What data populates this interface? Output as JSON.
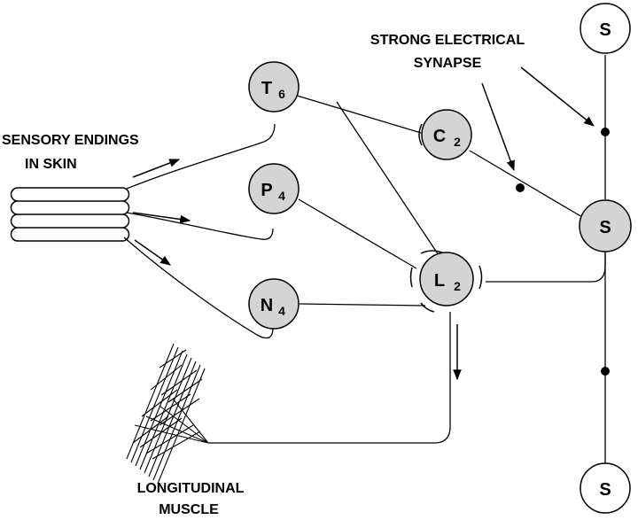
{
  "labels": {
    "sensory_line1": "SENSORY ENDINGS",
    "sensory_line2": "IN SKIN",
    "synapse_line1": "STRONG ELECTRICAL",
    "synapse_line2": "SYNAPSE",
    "muscle_line1": "LONGITUDINAL",
    "muscle_line2": "MUSCLE"
  },
  "nodes": {
    "t": {
      "letter": "T",
      "sub": "6"
    },
    "p": {
      "letter": "P",
      "sub": "4"
    },
    "n": {
      "letter": "N",
      "sub": "4"
    },
    "c": {
      "letter": "C",
      "sub": "2"
    },
    "l": {
      "letter": "L",
      "sub": "2"
    },
    "s_top": {
      "letter": "S"
    },
    "s_mid": {
      "letter": "S"
    },
    "s_bottom": {
      "letter": "S"
    }
  },
  "colors": {
    "neuron_fill": "#d4d4d4",
    "s_fill_white": "#ffffff",
    "line": "#000000"
  }
}
